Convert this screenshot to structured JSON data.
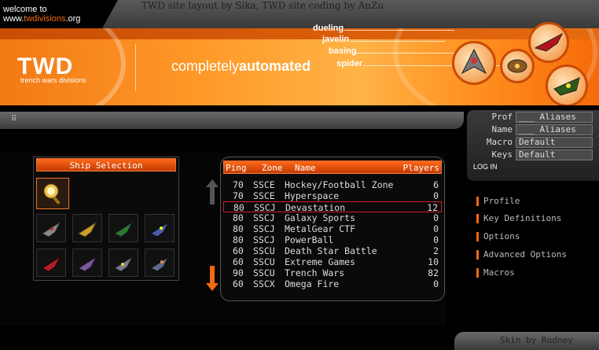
{
  "header": {
    "welcome_line1": "welcome to",
    "welcome_prefix": "www.",
    "welcome_domain": "twdivisions",
    "welcome_suffix": ".org",
    "credit": "TWD site layout by Sika, TWD site coding by AnZu"
  },
  "banner": {
    "logo": "TWD",
    "logo_sub": "trench wars divisions",
    "tagline_light": "completely",
    "tagline_bold": "automated",
    "ship_labels": [
      "dueling",
      "javelin",
      "basing",
      "spider"
    ]
  },
  "login": {
    "fields": [
      {
        "label": "Prof",
        "value": "___ Aliases"
      },
      {
        "label": "Name",
        "value": "___ Aliases"
      },
      {
        "label": "Macro",
        "value": "Default"
      },
      {
        "label": "Keys",
        "value": "Default"
      }
    ],
    "button": "LOG IN"
  },
  "ship_selection": {
    "title": "Ship Selection",
    "icons": [
      "warbird-icon",
      "javelin-icon",
      "spider-icon",
      "leviathan-icon",
      "terrier-icon",
      "weasel-icon",
      "lancaster-icon",
      "shark-icon"
    ]
  },
  "zones": {
    "headers": {
      "ping": "Ping",
      "zone": "Zone",
      "name": "Name",
      "players": "Players"
    },
    "rows": [
      {
        "ping": "70",
        "zone": "SSCE",
        "name": "Hockey/Football Zone",
        "players": "6"
      },
      {
        "ping": "70",
        "zone": "SSCE",
        "name": "Hyperspace",
        "players": "0"
      },
      {
        "ping": "80",
        "zone": "SSCJ",
        "name": "Devastation",
        "players": "12"
      },
      {
        "ping": "80",
        "zone": "SSCJ",
        "name": "Galaxy Sports",
        "players": "0"
      },
      {
        "ping": "80",
        "zone": "SSCJ",
        "name": "MetalGear CTF",
        "players": "0"
      },
      {
        "ping": "80",
        "zone": "SSCJ",
        "name": "PowerBall",
        "players": "0"
      },
      {
        "ping": "60",
        "zone": "SSCU",
        "name": "Death Star Battle",
        "players": "2"
      },
      {
        "ping": "60",
        "zone": "SSCU",
        "name": "Extreme Games",
        "players": "10"
      },
      {
        "ping": "90",
        "zone": "SSCU",
        "name": "Trench Wars",
        "players": "82"
      },
      {
        "ping": "60",
        "zone": "SSCX",
        "name": "Omega Fire",
        "players": "0"
      }
    ]
  },
  "menu": {
    "items": [
      "Profile",
      "Key Definitions",
      "Options",
      "Advanced Options",
      "Macros"
    ]
  },
  "footer": {
    "skin": "Skin by Rodney"
  },
  "colors": {
    "accent": "#f26a0f",
    "header_bar": "#c43a00",
    "background": "#000000"
  }
}
